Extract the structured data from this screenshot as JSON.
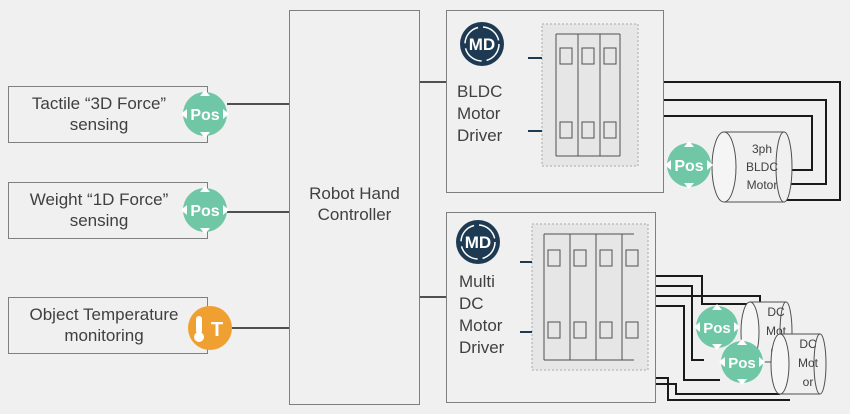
{
  "inputs": {
    "tactile": [
      "Tactile “3D Force”",
      "sensing"
    ],
    "weight": [
      "Weight “1D Force”",
      "sensing"
    ],
    "temperature": [
      "Object Temperature",
      "monitoring"
    ]
  },
  "controller": [
    "Robot Hand",
    "Controller"
  ],
  "bldc_driver": [
    "BLDC",
    "Motor",
    "Driver"
  ],
  "dc_driver": [
    "Multi",
    "DC",
    "Motor",
    "Driver"
  ],
  "bldc_motor": [
    "3ph",
    "BLDC",
    "Motor"
  ],
  "dc_motor": [
    "DC",
    "Mot",
    "or"
  ],
  "badges": {
    "pos": "Pos",
    "md": "MD",
    "temp": "T"
  },
  "colors": {
    "teal": "#6fc7a6",
    "navy": "#1e3a52",
    "orange": "#f0a030",
    "text": "#404040"
  }
}
